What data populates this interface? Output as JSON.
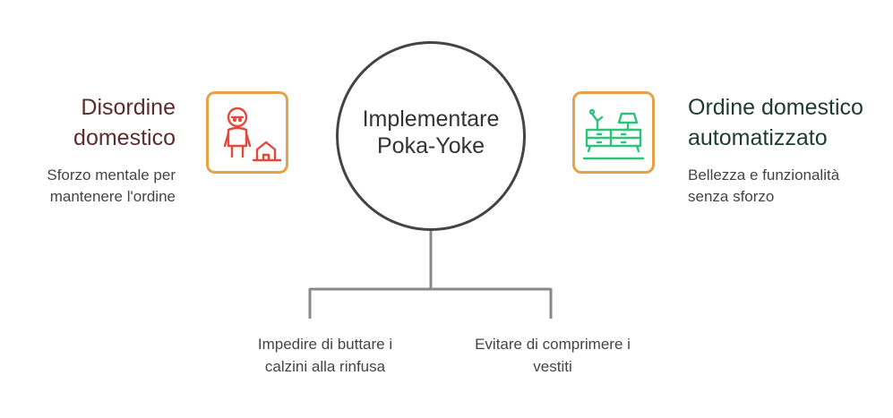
{
  "center": {
    "label_line1": "Implementare",
    "label_line2": "Poka-Yoke"
  },
  "left": {
    "title_line1": "Disordine",
    "title_line2": "domestico",
    "desc_line1": "Sforzo mentale per",
    "desc_line2": "mantenere l'ordine",
    "icon": "child-messy-house-icon"
  },
  "right": {
    "title_line1": "Ordine domestico",
    "title_line2": "automatizzato",
    "desc_line1": "Bellezza e funzionalità",
    "desc_line2": "senza sforzo",
    "icon": "furniture-cabinet-lamp-icon"
  },
  "branches": [
    {
      "line1": "Impedire di buttare i",
      "line2": "calzini alla rinfusa"
    },
    {
      "line1": "Evitare di comprimere i",
      "line2": "vestiti"
    }
  ],
  "colors": {
    "box_border": "#e5a248",
    "left_icon": "#e2483c",
    "right_icon": "#2ec27a",
    "circle": "#444444",
    "connector": "#888888"
  }
}
